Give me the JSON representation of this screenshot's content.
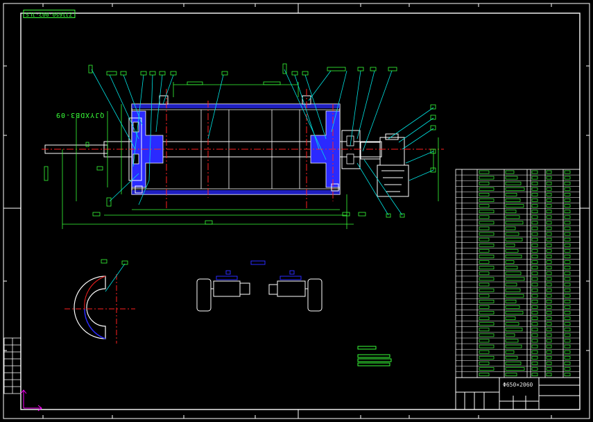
{
  "drawing": {
    "code_stamp": "ZJ1650-002-JLS",
    "model_code": "QJYXDB3-09",
    "spec": "Φ650×2060"
  },
  "colors": {
    "background": "#000000",
    "frame": "#ffffff",
    "line_green": "#39ff39",
    "leader_cyan": "#00e5e5",
    "section_blue": "#2a2aff",
    "centerline_red": "#ff2020",
    "ucs_magenta": "#ff00ff"
  }
}
